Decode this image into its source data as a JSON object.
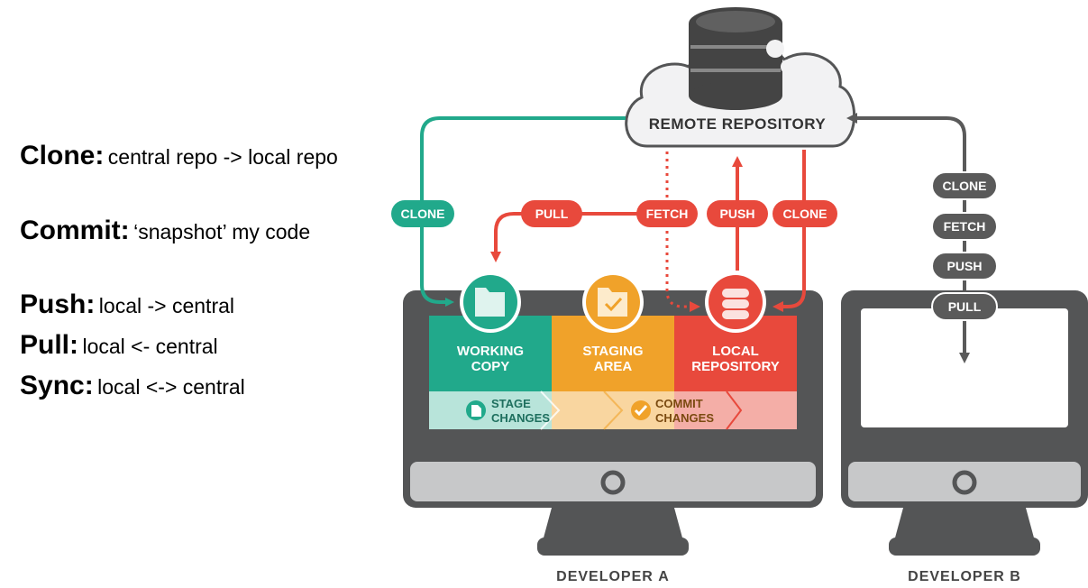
{
  "terms": [
    {
      "term": "Clone:",
      "desc": "central repo -> local repo"
    },
    {
      "term": "Commit:",
      "desc": "‘snapshot’ my code"
    },
    {
      "term": "Push:",
      "desc": "local -> central"
    },
    {
      "term": "Pull:",
      "desc": "local <- central"
    },
    {
      "term": "Sync:",
      "desc": "local <-> central"
    }
  ],
  "remote": {
    "label": "REMOTE REPOSITORY"
  },
  "dev_a": {
    "label_prefix": "DEVELOPER ",
    "label_letter": "A",
    "pills": {
      "clone_left": "CLONE",
      "pull": "PULL",
      "fetch": "FETCH",
      "push": "PUSH",
      "clone_right": "CLONE"
    },
    "zones": {
      "working_1": "WORKING",
      "working_2": "COPY",
      "staging_1": "STAGING",
      "staging_2": "AREA",
      "local_1": "LOCAL",
      "local_2": "REPOSITORY"
    },
    "stage_changes_1": "STAGE",
    "stage_changes_2": "CHANGES",
    "commit_changes_1": "COMMIT",
    "commit_changes_2": "CHANGES"
  },
  "dev_b": {
    "label_prefix": "DEVELOPER ",
    "label_letter": "B",
    "pills": [
      "CLONE",
      "FETCH",
      "PUSH",
      "PULL"
    ]
  },
  "colors": {
    "teal": "#21a98b",
    "orange": "#f0a22a",
    "red": "#e8493c",
    "monitor": "#545556",
    "gray_pill": "#5a5a5a",
    "cloud": "#f2f2f3"
  },
  "icons": {
    "working": "folder-icon",
    "staging": "folder-check-icon",
    "local": "database-icon",
    "stage": "document-icon",
    "commit": "checkmark-icon",
    "server": "server-stack-icon"
  }
}
